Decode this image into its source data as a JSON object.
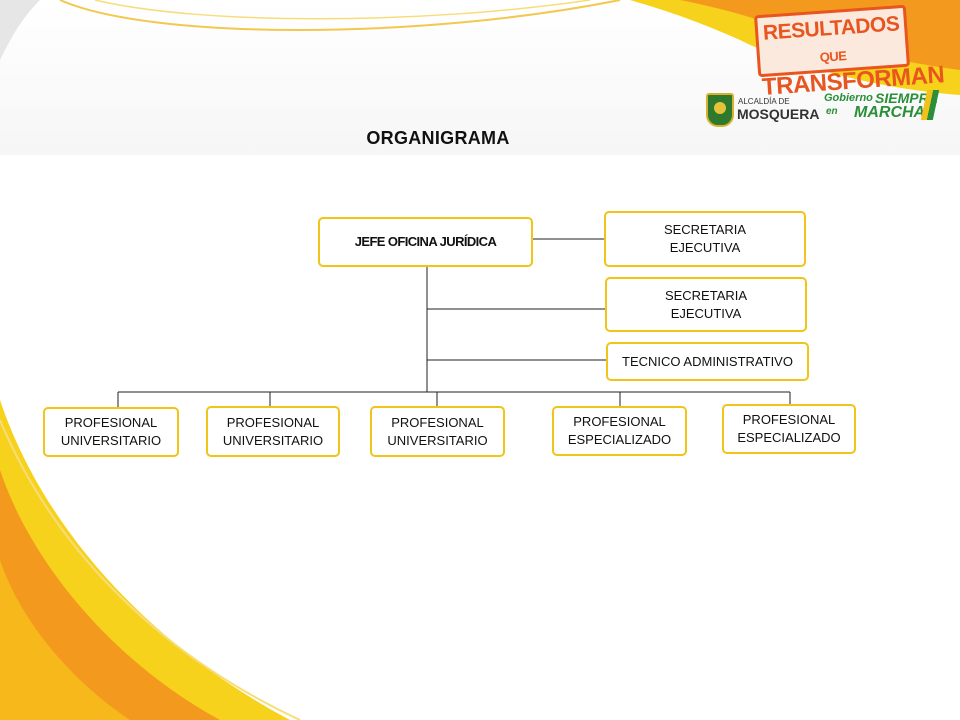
{
  "header": {
    "stamp_line1": "RESULTADOS",
    "stamp_que": "QUE",
    "stamp_line2": "TRANSFORMAN",
    "alcaldia_small": "ALCALDÍA DE",
    "alcaldia_big": "MOSQUERA",
    "gobierno_1": "Gobierno",
    "gobierno_2": "SIEMPRE",
    "gobierno_3": "en",
    "gobierno_4": "MARCHA"
  },
  "title": "ORGANIGRAMA",
  "org": {
    "head": "JEFE OFICINA JURÍDICA",
    "staff": [
      {
        "id": "secretaria-1",
        "label": "SECRETARIA\nEJECUTIVA"
      },
      {
        "id": "secretaria-2",
        "label": "SECRETARIA\nEJECUTIVA"
      },
      {
        "id": "tecnico",
        "label": "TECNICO ADMINISTRATIVO"
      }
    ],
    "subordinates": [
      {
        "id": "prof-univ-1",
        "label": "PROFESIONAL\nUNIVERSITARIO"
      },
      {
        "id": "prof-univ-2",
        "label": "PROFESIONAL\nUNIVERSITARIO"
      },
      {
        "id": "prof-univ-3",
        "label": "PROFESIONAL\nUNIVERSITARIO"
      },
      {
        "id": "prof-esp-1",
        "label": "PROFESIONAL\nESPECIALIZADO"
      },
      {
        "id": "prof-esp-2",
        "label": "PROFESIONAL\nESPECIALIZADO"
      }
    ]
  },
  "colors": {
    "box_border": "#f0c419",
    "accent_orange": "#f39a1e",
    "accent_yellow": "#f7d21c",
    "stamp": "#e8551f"
  }
}
